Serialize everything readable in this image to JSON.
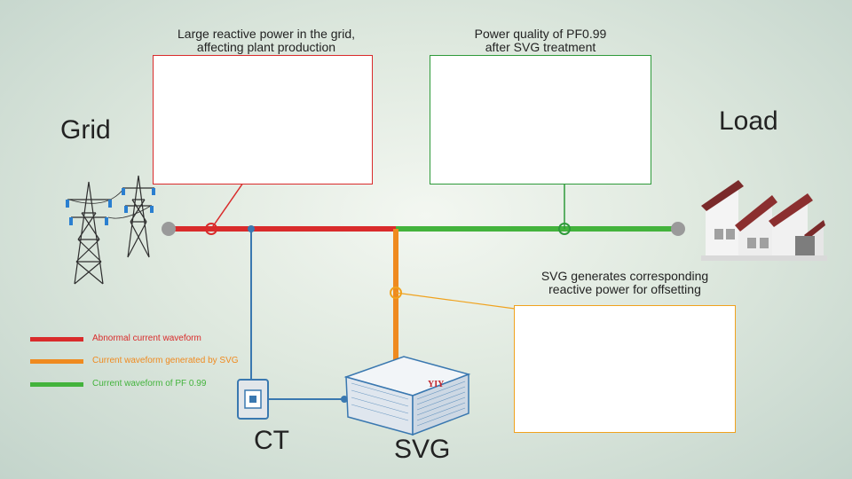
{
  "labels": {
    "grid": "Grid",
    "load": "Load",
    "ct": "CT",
    "svg": "SVG",
    "brand": "YIY"
  },
  "panels": {
    "grid": {
      "caption_line1": "Large reactive power in the grid,",
      "caption_line2": "affecting plant production",
      "color": "#d92b2b"
    },
    "load": {
      "caption_line1": "Power quality of PF0.99",
      "caption_line2": "after SVG treatment",
      "color": "#2e9a3a"
    },
    "svg": {
      "caption_line1": "SVG generates corresponding",
      "caption_line2": "reactive power for offsetting",
      "color": "#f0a21e"
    }
  },
  "legend": [
    {
      "text": "Abnormal current waveform",
      "color": "#d92b2b"
    },
    {
      "text": "Current waveform generated by SVG",
      "color": "#ef8a1f"
    },
    {
      "text": "Current waveform of PF 0.99",
      "color": "#43b33c"
    }
  ],
  "colors": {
    "red_line": "#d92b2b",
    "green_line": "#43b33c",
    "orange_line": "#ef8a1f",
    "blue_line": "#3a78b0",
    "node": "#9a9a9a"
  }
}
